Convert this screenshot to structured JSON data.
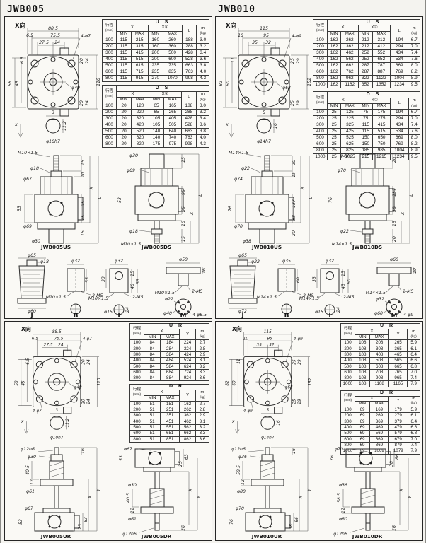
{
  "colors": {
    "paper": "#faf9f5",
    "ink": "#262626",
    "page_bg": "#f4f3ef"
  },
  "hdr": {
    "stroke": "行程",
    "mm": "(mm)",
    "x": "X",
    "x1": "X①",
    "min": "MIN",
    "max": "MAX",
    "l": "L",
    "y": "Y",
    "m": "m",
    "kg": "(kg)"
  },
  "p5": {
    "title": "JWB005",
    "face": {
      "view": "X向",
      "dims": [
        "88.5",
        "6.5",
        "75.5",
        "27.5",
        "24",
        "4-φ7",
        "6.5",
        "58",
        "45",
        "φ49",
        "110",
        "20",
        "24",
        "20",
        "24",
        "3",
        "11.2",
        "φ10h7",
        "x"
      ],
      "extra": "4-φ7"
    },
    "us": {
      "title": "U S",
      "kind": "x1",
      "rows": [
        [
          "100",
          "115",
          "215",
          "160",
          "260",
          "188",
          "3.0"
        ],
        [
          "200",
          "115",
          "315",
          "160",
          "360",
          "288",
          "3.2"
        ],
        [
          "300",
          "115",
          "415",
          "200",
          "500",
          "428",
          "3.4"
        ],
        [
          "400",
          "115",
          "515",
          "200",
          "600",
          "528",
          "3.6"
        ],
        [
          "500",
          "115",
          "615",
          "235",
          "735",
          "663",
          "3.8"
        ],
        [
          "600",
          "115",
          "715",
          "235",
          "835",
          "763",
          "4.0"
        ],
        [
          "800",
          "115",
          "915",
          "270",
          "1070",
          "998",
          "4.3"
        ]
      ]
    },
    "ds": {
      "title": "D S",
      "kind": "x1",
      "rows": [
        [
          "100",
          "20",
          "120",
          "65",
          "165",
          "188",
          "3.0"
        ],
        [
          "200",
          "20",
          "220",
          "65",
          "265",
          "288",
          "3.2"
        ],
        [
          "300",
          "20",
          "320",
          "105",
          "405",
          "428",
          "3.4"
        ],
        [
          "400",
          "20",
          "420",
          "105",
          "505",
          "528",
          "3.6"
        ],
        [
          "500",
          "20",
          "520",
          "140",
          "640",
          "663",
          "3.8"
        ],
        [
          "600",
          "20",
          "620",
          "140",
          "740",
          "763",
          "4.0"
        ],
        [
          "800",
          "20",
          "820",
          "175",
          "975",
          "998",
          "4.3"
        ]
      ]
    },
    "usd": {
      "caption": "JWB005US",
      "dims": [
        "M10×1.5",
        "φ18",
        "φ67",
        "53",
        "φ69",
        "φ30",
        "15",
        "10",
        "X",
        "95",
        "25",
        "15",
        "L"
      ]
    },
    "dsd": {
      "caption": "JWB005DS",
      "dims": [
        "φ30",
        "φ69",
        "53",
        "φ18",
        "M10×1.5",
        "L",
        "15",
        "95",
        "25",
        "10",
        "X",
        "15"
      ]
    },
    "acc": {
      "j": {
        "label": "J",
        "dims": [
          "φ65",
          "φ18",
          "φ60"
        ]
      },
      "b": {
        "label": "B",
        "dims": [
          "φ32",
          "55",
          "M10×1.5",
          "2-M5"
        ]
      },
      "i": {
        "label": "I",
        "dims": [
          "φ32",
          "33",
          "15",
          "40",
          "55",
          "M10×1.5",
          "2-M5",
          "φ15",
          "24"
        ]
      },
      "m": {
        "label": "M",
        "dims": [
          "φ50",
          "16",
          "M10×1.5",
          "2-M5",
          "φ22",
          "φ40",
          "4-φ6.5"
        ]
      }
    },
    "ur": {
      "title": "U R",
      "kind": "y",
      "rows": [
        [
          "100",
          "84",
          "184",
          "224",
          "2.7"
        ],
        [
          "200",
          "84",
          "284",
          "324",
          "2.8"
        ],
        [
          "300",
          "84",
          "384",
          "424",
          "2.9"
        ],
        [
          "400",
          "84",
          "484",
          "524",
          "3.1"
        ],
        [
          "500",
          "84",
          "584",
          "624",
          "3.2"
        ],
        [
          "600",
          "84",
          "684",
          "724",
          "3.3"
        ],
        [
          "800",
          "84",
          "884",
          "924",
          "3.6"
        ]
      ]
    },
    "dr": {
      "title": "D R",
      "kind": "y",
      "rows": [
        [
          "100",
          "51",
          "151",
          "162",
          "2.7"
        ],
        [
          "200",
          "51",
          "251",
          "262",
          "2.8"
        ],
        [
          "300",
          "51",
          "351",
          "362",
          "2.9"
        ],
        [
          "400",
          "51",
          "451",
          "462",
          "3.1"
        ],
        [
          "500",
          "51",
          "551",
          "562",
          "3.2"
        ],
        [
          "600",
          "51",
          "651",
          "662",
          "3.3"
        ],
        [
          "800",
          "51",
          "851",
          "862",
          "3.6"
        ]
      ]
    },
    "urd": {
      "caption": "JWB005UR",
      "dims": [
        "φ12h6",
        "φ30",
        "40.5",
        "12",
        "φ61",
        "φ67",
        "53",
        "25",
        "63",
        "16",
        "X",
        "Y"
      ]
    },
    "drd": {
      "caption": "JWB005DR",
      "dims": [
        "φ67",
        "53",
        "25",
        "63",
        "φ30",
        "40.5",
        "12",
        "φ61",
        "φ12h6",
        "16",
        "X",
        "Y"
      ]
    }
  },
  "p10": {
    "title": "JWB010",
    "face": {
      "view": "X向",
      "dims": [
        "115",
        "10",
        "95",
        "35",
        "32",
        "4-φ9",
        "11",
        "82",
        "60",
        "φ63",
        "152",
        "25",
        "29",
        "25",
        "29",
        "5",
        "16",
        "φ14h7",
        "x"
      ],
      "extra": "4-φ9"
    },
    "us": {
      "title": "U S",
      "kind": "x1",
      "rows": [
        [
          "100",
          "162",
          "262",
          "212",
          "312",
          "194",
          "6.7"
        ],
        [
          "200",
          "162",
          "362",
          "212",
          "412",
          "294",
          "7.0"
        ],
        [
          "300",
          "162",
          "462",
          "252",
          "552",
          "434",
          "7.4"
        ],
        [
          "400",
          "162",
          "562",
          "252",
          "652",
          "534",
          "7.6"
        ],
        [
          "500",
          "162",
          "662",
          "287",
          "787",
          "669",
          "8.0"
        ],
        [
          "600",
          "162",
          "762",
          "287",
          "887",
          "769",
          "8.2"
        ],
        [
          "800",
          "162",
          "962",
          "322",
          "1122",
          "1004",
          "8.9"
        ],
        [
          "1000",
          "162",
          "1162",
          "352",
          "1352",
          "1234",
          "9.5"
        ]
      ]
    },
    "ds": {
      "title": "D S",
      "kind": "x1",
      "rows": [
        [
          "100",
          "25",
          "125",
          "75",
          "175",
          "194",
          "6.7"
        ],
        [
          "200",
          "25",
          "225",
          "75",
          "275",
          "294",
          "7.0"
        ],
        [
          "300",
          "25",
          "325",
          "115",
          "415",
          "434",
          "7.4"
        ],
        [
          "400",
          "25",
          "425",
          "115",
          "515",
          "534",
          "7.6"
        ],
        [
          "500",
          "25",
          "525",
          "150",
          "650",
          "669",
          "8.0"
        ],
        [
          "600",
          "25",
          "625",
          "150",
          "750",
          "769",
          "8.2"
        ],
        [
          "800",
          "25",
          "825",
          "185",
          "985",
          "1004",
          "8.9"
        ],
        [
          "1000",
          "25",
          "1025",
          "215",
          "1215",
          "1234",
          "9.5"
        ]
      ]
    },
    "usd": {
      "caption": "JWB010US",
      "dims": [
        "M14×1.5",
        "φ22",
        "φ74",
        "76",
        "φ70",
        "φ38",
        "20",
        "15",
        "X",
        "137",
        "38",
        "20",
        "L"
      ]
    },
    "dsd": {
      "caption": "JWB010DS",
      "dims": [
        "φ38",
        "φ70",
        "76",
        "φ22",
        "M14×1.5",
        "L",
        "20",
        "137",
        "38",
        "15",
        "X",
        "20"
      ]
    },
    "acc": {
      "j": {
        "label": "J",
        "dims": [
          "φ65",
          "φ22",
          "φ72"
        ]
      },
      "b": {
        "label": "B",
        "dims": [
          "φ35",
          "60",
          "M14×1.5",
          "2-M5"
        ]
      },
      "i": {
        "label": "I",
        "dims": [
          "φ32",
          "33",
          "15",
          "45",
          "60",
          "M14×1.5",
          "2-M5",
          "φ15",
          "24"
        ]
      },
      "m": {
        "label": "M",
        "dims": [
          "φ60",
          "10",
          "M14×1.5",
          "2-M5",
          "φ32",
          "φ60",
          "4-φ9"
        ]
      }
    },
    "ur": {
      "title": "U R",
      "kind": "y",
      "rows": [
        [
          "100",
          "108",
          "208",
          "265",
          "5.9"
        ],
        [
          "200",
          "108",
          "308",
          "365",
          "6.1"
        ],
        [
          "300",
          "108",
          "408",
          "465",
          "6.4"
        ],
        [
          "400",
          "108",
          "508",
          "565",
          "6.6"
        ],
        [
          "500",
          "108",
          "608",
          "665",
          "6.8"
        ],
        [
          "600",
          "108",
          "708",
          "765",
          "7.0"
        ],
        [
          "800",
          "108",
          "908",
          "965",
          "7.4"
        ],
        [
          "1000",
          "108",
          "1108",
          "1165",
          "7.9"
        ]
      ]
    },
    "dr": {
      "title": "D R",
      "kind": "y",
      "rows": [
        [
          "100",
          "69",
          "169",
          "179",
          "5.9"
        ],
        [
          "200",
          "69",
          "269",
          "279",
          "6.1"
        ],
        [
          "300",
          "69",
          "369",
          "379",
          "6.4"
        ],
        [
          "400",
          "69",
          "469",
          "479",
          "6.6"
        ],
        [
          "500",
          "69",
          "569",
          "579",
          "6.8"
        ],
        [
          "600",
          "69",
          "669",
          "679",
          "7.0"
        ],
        [
          "800",
          "69",
          "869",
          "879",
          "7.4"
        ],
        [
          "1000",
          "69",
          "1069",
          "1079",
          "7.9"
        ]
      ]
    },
    "urd": {
      "caption": "JWB010UR",
      "dims": [
        "φ12h6",
        "φ36",
        "58.5",
        "12",
        "φ80",
        "φ70",
        "76",
        "38",
        "86",
        "16",
        "X",
        "Y"
      ]
    },
    "drd": {
      "caption": "JWB010DR",
      "dims": [
        "φ70",
        "76",
        "38",
        "86",
        "φ36",
        "58.5",
        "12",
        "φ80",
        "φ12h6",
        "16",
        "X",
        "Y"
      ]
    }
  }
}
